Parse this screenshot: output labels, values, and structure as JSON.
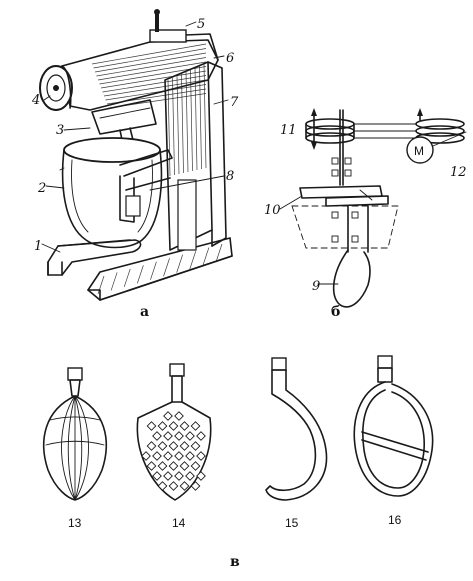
{
  "panel_a": {
    "caption": "а",
    "labels": [
      "1",
      "2",
      "3",
      "4",
      "5",
      "6",
      "7",
      "8"
    ]
  },
  "panel_b": {
    "caption": "б",
    "labels": [
      "9",
      "10",
      "11",
      "12"
    ],
    "motor_symbol": "M"
  },
  "panel_c": {
    "caption": "в",
    "labels": [
      "13",
      "14",
      "15",
      "16"
    ]
  }
}
